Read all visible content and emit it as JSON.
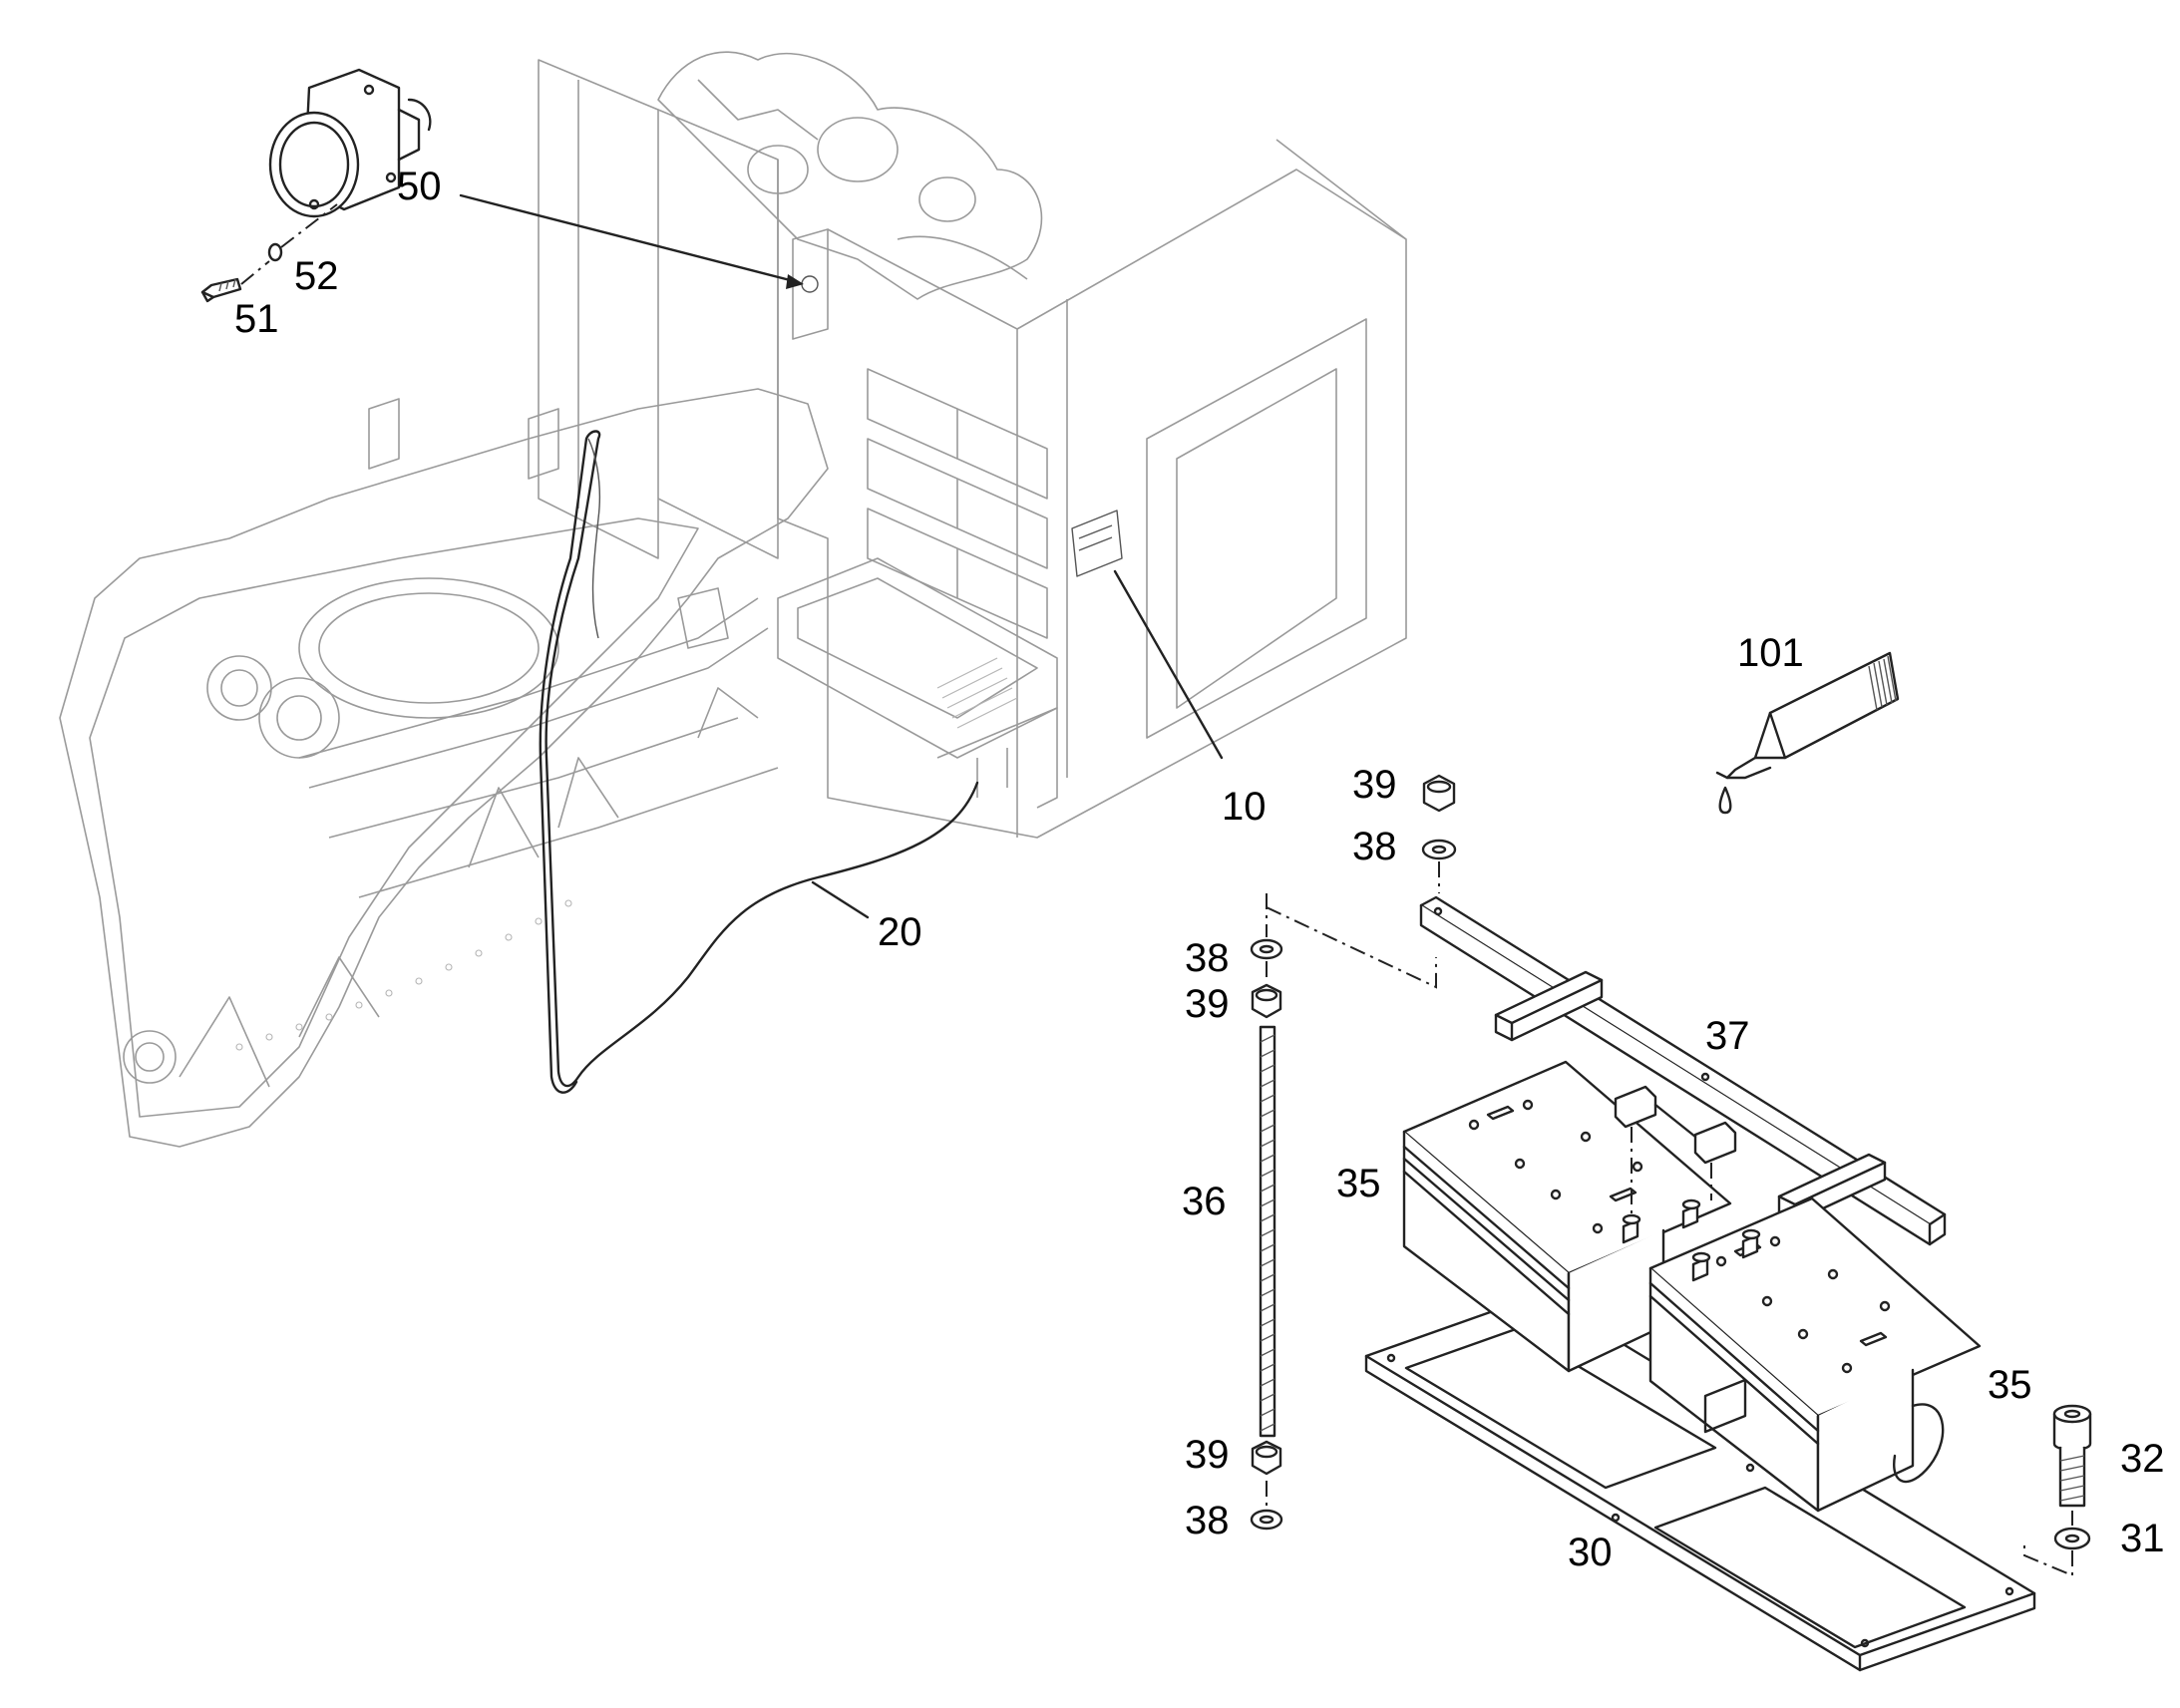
{
  "diagram": {
    "callouts": {
      "c101": "101",
      "c50": "50",
      "c52": "52",
      "c51": "51",
      "c10": "10",
      "c20": "20",
      "c39a": "39",
      "c38a": "38",
      "c38b": "38",
      "c39b": "39",
      "c37": "37",
      "c35a": "35",
      "c36": "36",
      "c35b": "35",
      "c32": "32",
      "c39c": "39",
      "c38c": "38",
      "c31": "31",
      "c30": "30"
    },
    "colors": {
      "line": "#222222",
      "frame_line": "#9a9a9a",
      "background": "#ffffff"
    },
    "icons": [
      "sealant-tube-icon",
      "connector-socket-icon",
      "battery-icon"
    ]
  }
}
